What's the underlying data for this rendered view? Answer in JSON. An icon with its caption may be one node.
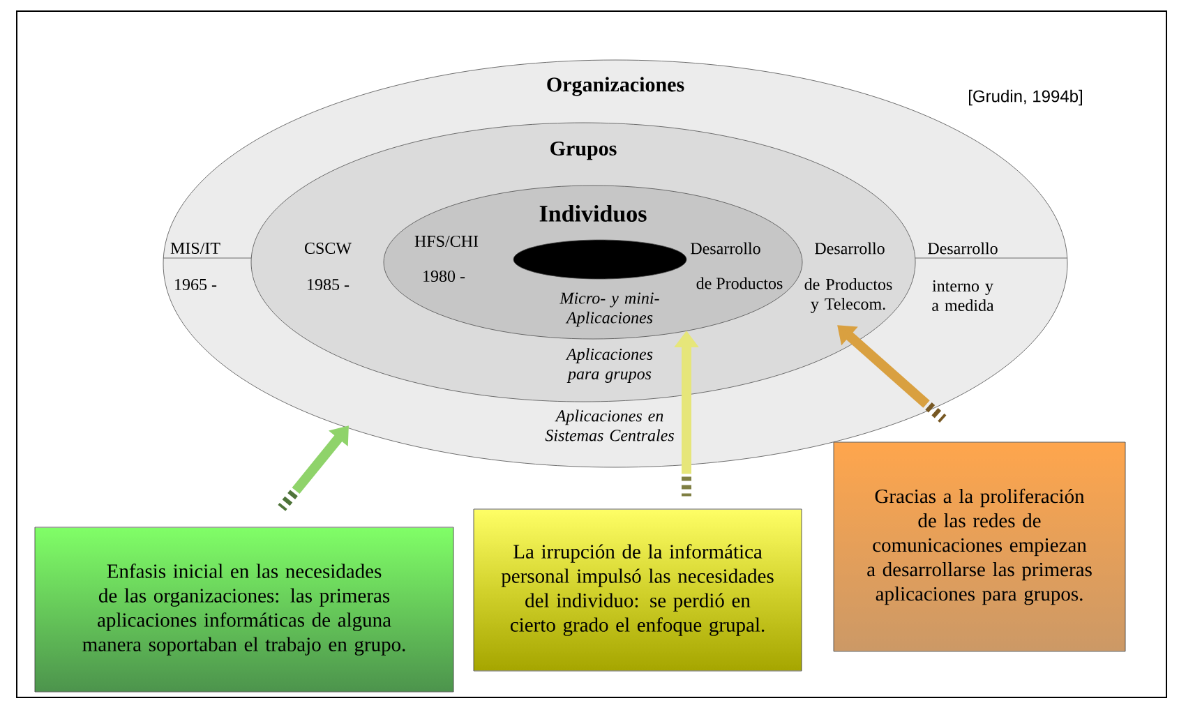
{
  "diagram": {
    "nodes": [
      {
        "text": [
          "Organizaciones"
        ]
      },
      {
        "text": [
          "Grupos"
        ],
        "in": 0
      },
      {
        "text": [
          "Individuos"
        ],
        "in": 1
      },
      {
        "text": [],
        "shape": "ellipse",
        "in": 2
      },
      {
        "text": [
          "Enfasis inicial en las necesidades de las organizaciones: las primeras aplicaciones informáticas de alguna manera soportaban el trabajo en grupo."
        ]
      },
      {
        "text": [
          "La irrupción de la informática personal impulsó las necesidades del individuo: se perdió en cierto grado el enfoque grupal."
        ]
      },
      {
        "text": [
          "Gracias a la proliferación de las redes de comunicaciones empiezan a desarrollarse las primeras aplicaciones para grupos."
        ]
      }
    ],
    "edges": [
      {
        "from": 4,
        "to": 0,
        "arrow": "to",
        "color": "#8fd36a"
      },
      {
        "from": 5,
        "to": 2,
        "arrow": "to",
        "color": "#e6e67a"
      },
      {
        "from": 6,
        "to": 1,
        "arrow": "to",
        "color": "#d9a040"
      }
    ],
    "labels": [
      "[Grudin, 1994b]",
      "MIS/IT",
      "CSCW",
      "HFS/CHI",
      "Desarrollo",
      "Desarrollo",
      "Desarrollo",
      "1965 -",
      "1985 -",
      "1980 -",
      "Micro- y mini-Aplicaciones",
      "de Productos",
      "de Productos y Telecom.",
      "interno y a medida",
      "Aplicaciones para grupos",
      "Aplicaciones en Sistemas Centrales"
    ]
  }
}
